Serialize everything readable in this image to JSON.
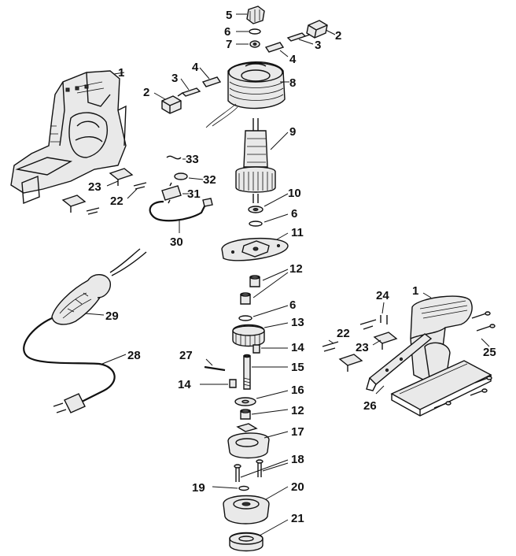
{
  "callouts": {
    "c1a": "1",
    "c1b": "1",
    "c2a": "2",
    "c2b": "2",
    "c3a": "3",
    "c3b": "3",
    "c4a": "4",
    "c4b": "4",
    "c5": "5",
    "c6a": "6",
    "c6b": "6",
    "c6c": "6",
    "c7": "7",
    "c8": "8",
    "c9": "9",
    "c10": "10",
    "c11": "11",
    "c12a": "12",
    "c12b": "12",
    "c13": "13",
    "c14a": "14",
    "c14b": "14",
    "c15": "15",
    "c16": "16",
    "c17": "17",
    "c18": "18",
    "c19": "19",
    "c20": "20",
    "c21": "21",
    "c22a": "22",
    "c22b": "22",
    "c23a": "23",
    "c23b": "23",
    "c24": "24",
    "c25": "25",
    "c26": "26",
    "c27": "27",
    "c28": "28",
    "c29": "29",
    "c30": "30",
    "c31": "31",
    "c32": "32",
    "c33": "33"
  },
  "colors": {
    "ink": "#111111",
    "background": "#ffffff"
  }
}
